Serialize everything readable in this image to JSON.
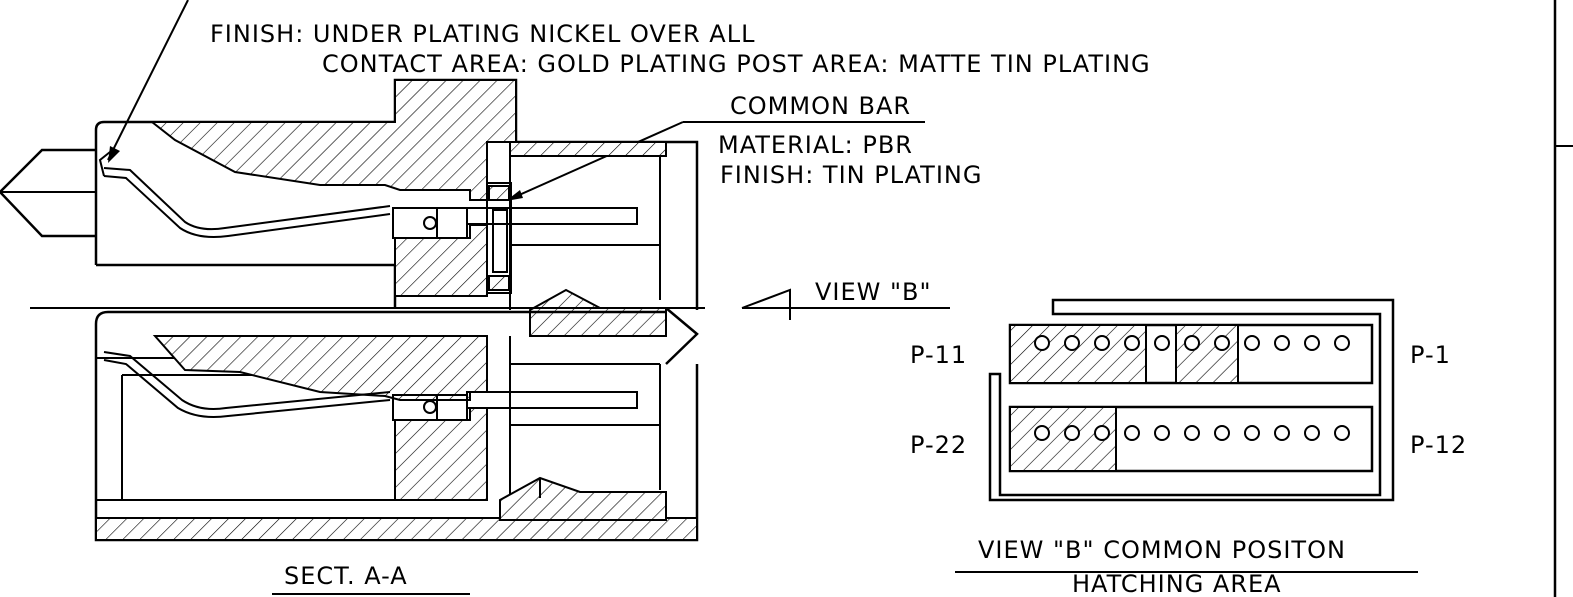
{
  "labels": {
    "finish_line1": "FINISH: UNDER PLATING NICKEL OVER ALL",
    "finish_line2": "CONTACT AREA: GOLD PLATING   POST AREA: MATTE TIN PLATING",
    "common_bar": "COMMON BAR",
    "material": "MATERIAL: PBR",
    "finish_tin": "FINISH: TIN PLATING",
    "view_b_marker": "VIEW  \"B\"",
    "section_title": "SECT.  A-A",
    "view_b_title": "VIEW \"B\"  COMMON POSITON",
    "view_b_subtitle": "HATCHING AREA",
    "pin_p11": "P-11",
    "pin_p1": "P-1",
    "pin_p22": "P-22",
    "pin_p12": "P-12"
  }
}
